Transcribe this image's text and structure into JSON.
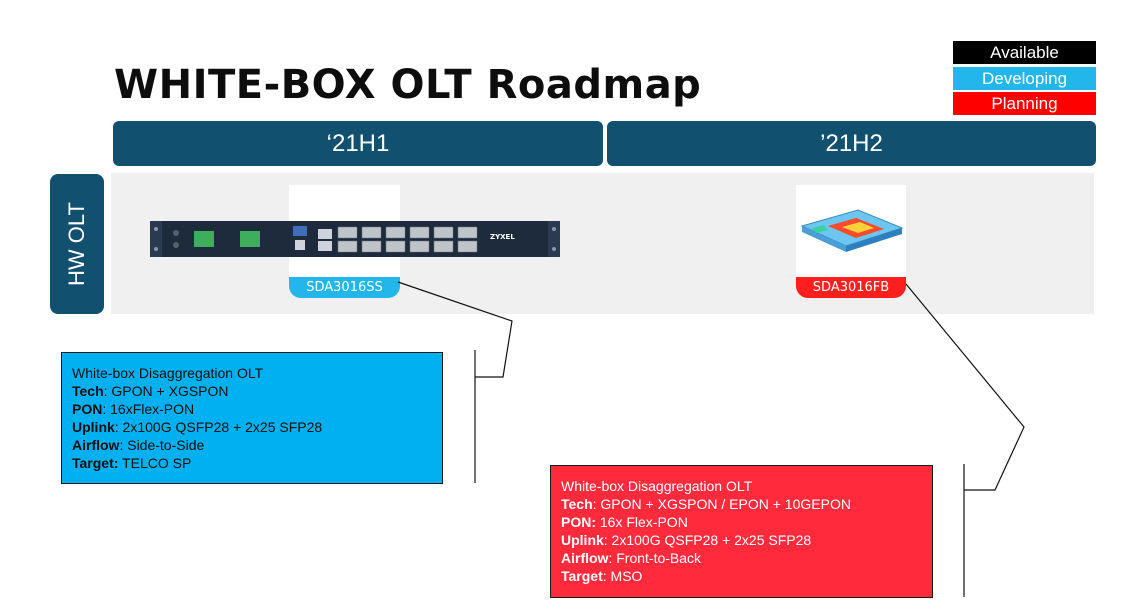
{
  "title": "WHITE-BOX OLT Roadmap",
  "legend": {
    "available": "Available",
    "developing": "Developing",
    "planning": "Planning"
  },
  "periods": [
    "‘21H1",
    "’21H2"
  ],
  "row_label": "HW OLT",
  "products": [
    {
      "name": "SDA3016SS",
      "status": "Developing",
      "device_brand": "ZYXEL",
      "info": {
        "heading": "White-box Disaggregation OLT",
        "tech_label": "Tech",
        "tech": ": GPON + XGSPON",
        "pon_label": "PON",
        "pon": ": 16xFlex-PON",
        "uplink_label": "Uplink",
        "uplink": ": 2x100G QSFP28 + 2x25 SFP28",
        "airflow_label": "Airflow",
        "airflow": ":  Side-to-Side",
        "target_label": "Target:",
        "target": " TELCO SP"
      }
    },
    {
      "name": "SDA3016FB",
      "status": "Planning",
      "info": {
        "heading": "White-box Disaggregation OLT",
        "tech_label": "Tech",
        "tech": ": GPON + XGSPON / EPON + 10GEPON",
        "pon_label": "PON:",
        "pon": " 16x Flex-PON",
        "uplink_label": "Uplink",
        "uplink": ": 2x100G QSFP28 + 2x25 SFP28",
        "airflow_label": "Airflow",
        "airflow": ": Front-to-Back",
        "target_label": "Target",
        "target": ": MSO"
      }
    }
  ],
  "colors": {
    "header_blue": "#11506f",
    "available": "#000000",
    "developing": "#22b6ea",
    "planning": "#ff0000"
  }
}
